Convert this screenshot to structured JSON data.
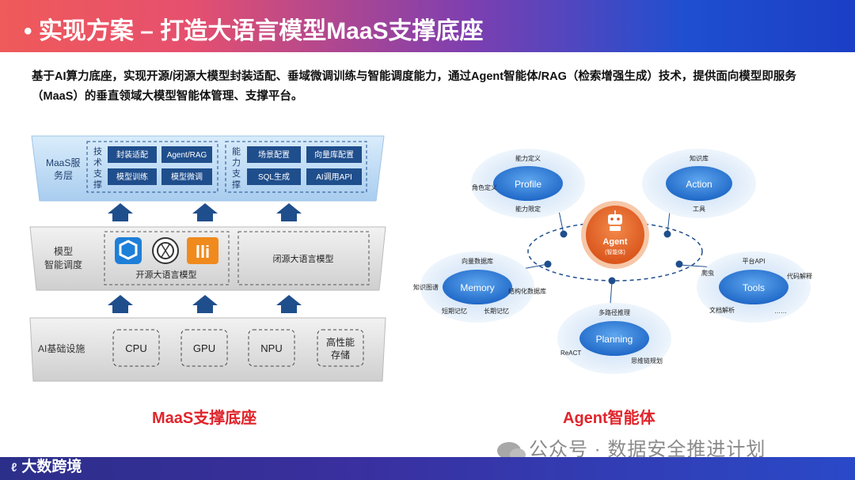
{
  "header": {
    "title": "• 实现方案 – 打造大语言模型MaaS支撑底座"
  },
  "intro": "基于AI算力底座，实现开源/闭源大模型封装适配、垂域微调训练与智能调度能力，通过Agent智能体/RAG（检索增强生成）技术，提供面向模型即服务（MaaS）的垂直领域大模型智能体管理、支撑平台。",
  "maas": {
    "service_layer": {
      "label_line1": "MaaS服",
      "label_line2": "务层",
      "tech_title": [
        "技",
        "术",
        "支",
        "撑"
      ],
      "tech_items": [
        "封装适配",
        "Agent/RAG",
        "模型训练",
        "模型微调"
      ],
      "cap_title": [
        "能",
        "力",
        "支",
        "撑"
      ],
      "cap_items": [
        "场景配置",
        "向量库配置",
        "SQL生成",
        "AI调用API"
      ]
    },
    "model_layer": {
      "label_line1": "模型",
      "label_line2": "智能调度",
      "open_source_label": "开源大语言模型",
      "closed_source_label": "闭源大语言模型",
      "logo_letters": "lli"
    },
    "infra_layer": {
      "label": "AI基础设施",
      "items": [
        "CPU",
        "GPU",
        "NPU"
      ],
      "storage_line1": "高性能",
      "storage_line2": "存储"
    },
    "caption": "MaaS支撑底座"
  },
  "agent": {
    "center_title": "Agent",
    "center_sub": "(智能体)",
    "profile": {
      "title": "Profile",
      "labels": [
        "能力定义",
        "角色定义",
        "能力限定"
      ]
    },
    "action": {
      "title": "Action",
      "labels": [
        "知识库",
        "工具"
      ]
    },
    "memory": {
      "title": "Memory",
      "labels": [
        "向量数据库",
        "知识图谱",
        "结构化数据库",
        "短期记忆",
        "长期记忆"
      ]
    },
    "tools": {
      "title": "Tools",
      "labels": [
        "平台API",
        "爬虫",
        "代码解释",
        "文档解析",
        "……"
      ]
    },
    "planning": {
      "title": "Planning",
      "labels": [
        "多路径推理",
        "ReACT",
        "思维链规划"
      ]
    },
    "caption": "Agent智能体"
  },
  "footer": {
    "brand": "大数跨境",
    "brand_mark": "ℓ",
    "watermark": "公众号 · 数据安全推进计划"
  },
  "colors": {
    "accent_red": "#e0242b",
    "agent_orange": "#e8662a",
    "node_blue": "#2d7fd8",
    "layer_blue": "#1f4e8c"
  }
}
